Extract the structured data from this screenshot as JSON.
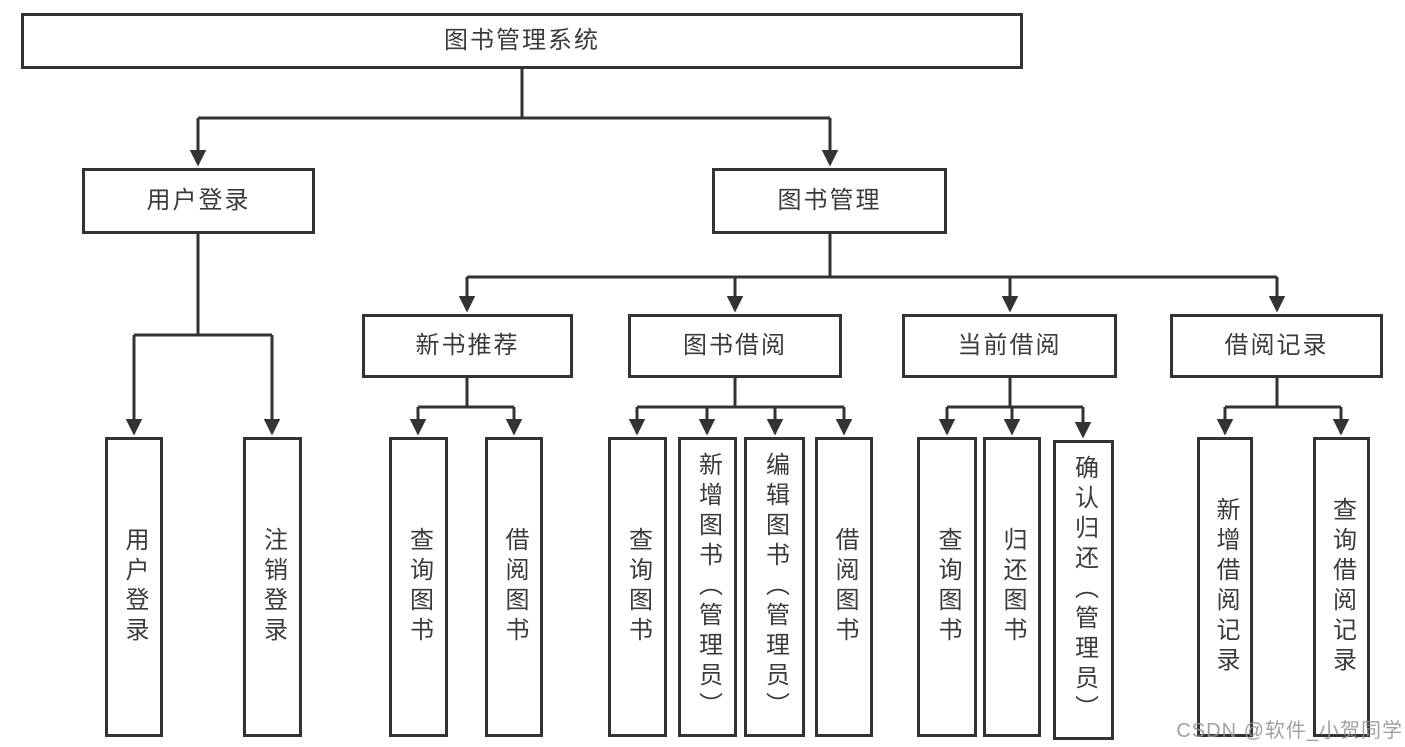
{
  "diagram": {
    "root": {
      "label": "图书管理系统"
    },
    "level2": [
      {
        "label": "用户登录"
      },
      {
        "label": "图书管理"
      }
    ],
    "level3": [
      {
        "label": "新书推荐"
      },
      {
        "label": "图书借阅"
      },
      {
        "label": "当前借阅"
      },
      {
        "label": "借阅记录"
      }
    ],
    "leaves": [
      {
        "label": "用户登录"
      },
      {
        "label": "注销登录"
      },
      {
        "label": "查询图书"
      },
      {
        "label": "借阅图书"
      },
      {
        "label": "查询图书"
      },
      {
        "label": "新增图书（管理员）"
      },
      {
        "label": "编辑图书（管理员）"
      },
      {
        "label": "借阅图书"
      },
      {
        "label": "查询图书"
      },
      {
        "label": "归还图书"
      },
      {
        "label": "确认归还（管理员）"
      },
      {
        "label": "新增借阅记录"
      },
      {
        "label": "查询借阅记录"
      }
    ]
  },
  "watermark": {
    "text": "CSDN @软件_小贺同学"
  },
  "colors": {
    "line": "#333333",
    "text": "#3b3b3b",
    "box_background": "#ffffff",
    "watermark": "#949494"
  }
}
